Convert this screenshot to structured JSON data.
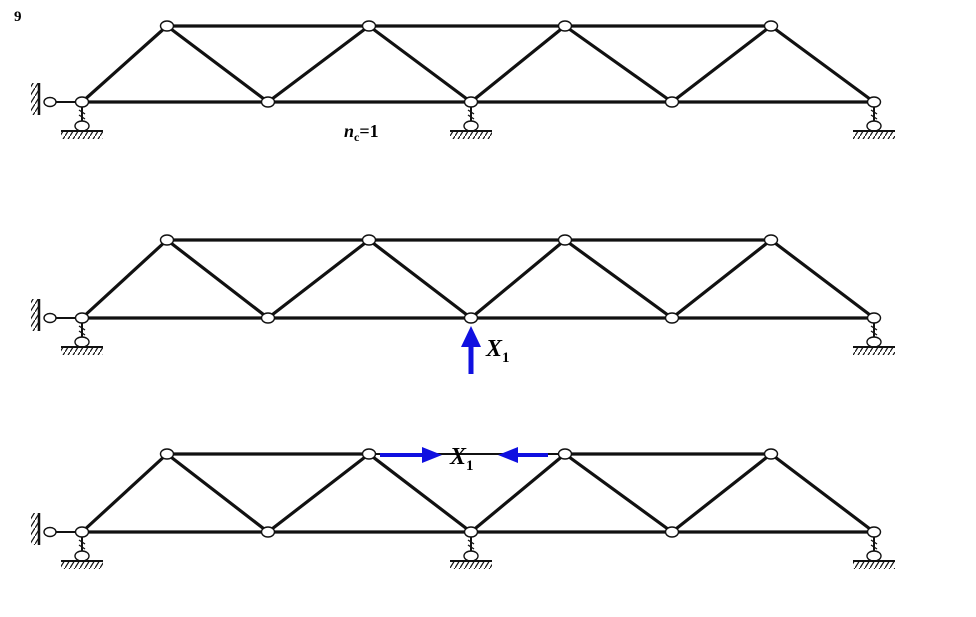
{
  "figure": {
    "number": "9",
    "indeterminacy_label": {
      "var": "n",
      "sub": "c",
      "rest": "=1"
    },
    "unknown_label": {
      "var": "X",
      "sub": "1"
    }
  },
  "colors": {
    "member": "#111111",
    "force_arrow": "#1010e0",
    "background": "#ffffff"
  }
}
